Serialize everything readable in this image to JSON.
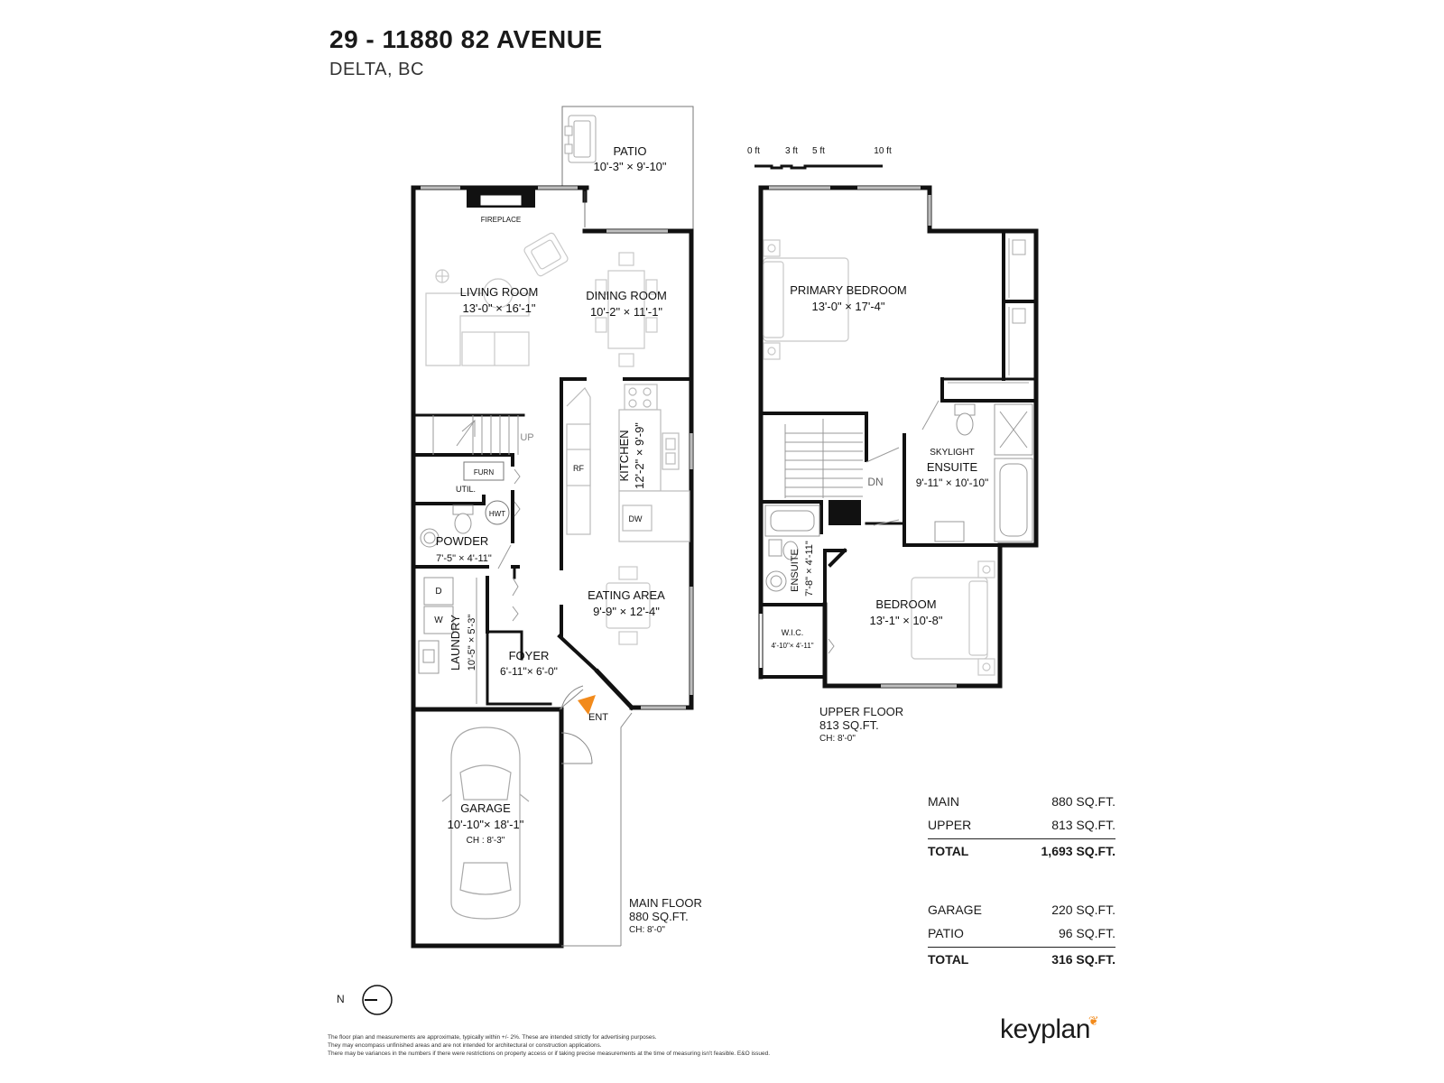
{
  "header": {
    "address": "29 - 11880 82 AVENUE",
    "city": "DELTA, BC"
  },
  "rooms": {
    "patio": {
      "name": "PATIO",
      "dim": "10'-3\" × 9'-10\""
    },
    "fireplace": "FIREPLACE",
    "living": {
      "name": "LIVING ROOM",
      "dim": "13'-0\" × 16'-1\""
    },
    "dining": {
      "name": "DINING ROOM",
      "dim": "10'-2\" × 11'-1\""
    },
    "kitchen": {
      "name": "KITCHEN",
      "dim": "12'-2\" × 9'-9\""
    },
    "rf": "RF",
    "dw": "DW",
    "up": "UP",
    "furn": "FURN",
    "util": "UTIL.",
    "hwt": "HWT",
    "powder": {
      "name": "POWDER",
      "dim": "7'-5\" × 4'-11\""
    },
    "d": "D",
    "w": "W",
    "laundry": {
      "name": "LAUNDRY",
      "dim": "10'-5\" × 5'-3\""
    },
    "eating": {
      "name": "EATING AREA",
      "dim": "9'-9\" × 12'-4\""
    },
    "foyer": {
      "name": "FOYER",
      "dim": "6'-11\"× 6'-0\""
    },
    "ent": "ENT",
    "garage": {
      "name": "GARAGE",
      "dim": "10'-10\"× 18'-1\"",
      "ch": "CH : 8'-3\""
    },
    "primary": {
      "name": "PRIMARY BEDROOM",
      "dim": "13'-0\" × 17'-4\""
    },
    "skylight": "SKYLIGHT",
    "ensuite_main": {
      "name": "ENSUITE",
      "dim": "9'-11\" × 10'-10\""
    },
    "dn": "DN",
    "ensuite_small": {
      "name": "ENSUITE",
      "dim": "7'-8\" × 4'-11\""
    },
    "bedroom": {
      "name": "BEDROOM",
      "dim": "13'-1\" × 10'-8\""
    },
    "wic": {
      "name": "W.I.C.",
      "dim": "4'-10\"× 4'-11\""
    }
  },
  "scale": {
    "t0": "0 ft",
    "t3": "3 ft",
    "t5": "5 ft",
    "t10": "10 ft"
  },
  "main_floor": {
    "label": "MAIN FLOOR",
    "area": "880 SQ.FT.",
    "ch": "CH: 8'-0\""
  },
  "upper_floor": {
    "label": "UPPER FLOOR",
    "area": "813 SQ.FT.",
    "ch": "CH: 8'-0\""
  },
  "summary1": [
    {
      "label": "MAIN",
      "value": "880 SQ.FT."
    },
    {
      "label": "UPPER",
      "value": "813 SQ.FT."
    }
  ],
  "total1": {
    "label": "TOTAL",
    "value": "1,693 SQ.FT."
  },
  "summary2": [
    {
      "label": "GARAGE",
      "value": "220 SQ.FT."
    },
    {
      "label": "PATIO",
      "value": "96 SQ.FT."
    }
  ],
  "total2": {
    "label": "TOTAL",
    "value": "316 SQ.FT."
  },
  "north": "N",
  "disclaimer": [
    "The floor plan and measurements are approximate, typically within +/- 2%. These are intended strictly for advertising purposes.",
    "They may encompass unfinished areas and are not intended for architectural or construction applications.",
    "There may be variances in the numbers if there were restrictions on property access or if taking precise measurements at the time of measuring isn't feasible. E&O issued."
  ],
  "logo": "keyplan",
  "colors": {
    "wall": "#111111",
    "accent": "#f28a1b",
    "furniture": "#c8c8c8"
  }
}
